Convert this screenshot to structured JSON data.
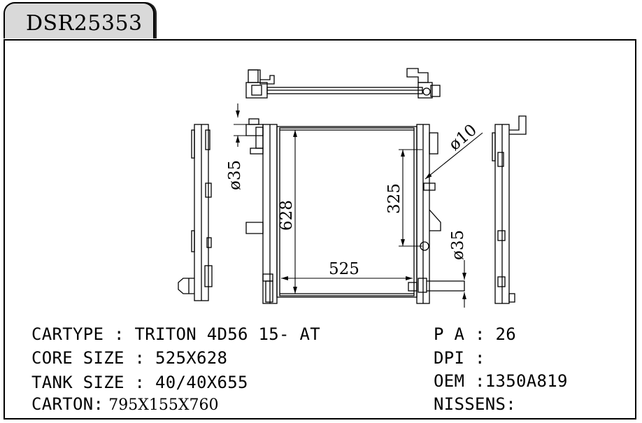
{
  "title": "DSR25353",
  "dimensions": {
    "inlet_diameter": "ø35",
    "core_height": "628",
    "core_width": "525",
    "side_height": "325",
    "outlet_diameter": "ø35",
    "port_diameter": "ø10"
  },
  "specs": {
    "cartype_label": "CARTYPE : ",
    "cartype_value": "TRITON 4D56 15- AT",
    "core_label": "CORE SIZE : ",
    "core_value": "525X628",
    "tank_label": "TANK SIZE : ",
    "tank_value": "40/40X655",
    "carton_label": "CARTON:",
    "carton_value": " 795X155X760",
    "pa_label": "P A : ",
    "pa_value": "26",
    "dpi_label": "DPI :",
    "dpi_value": "",
    "oem_label": "OEM :",
    "oem_value": "1350A819",
    "nissens_label": "NISSENS:",
    "nissens_value": ""
  }
}
